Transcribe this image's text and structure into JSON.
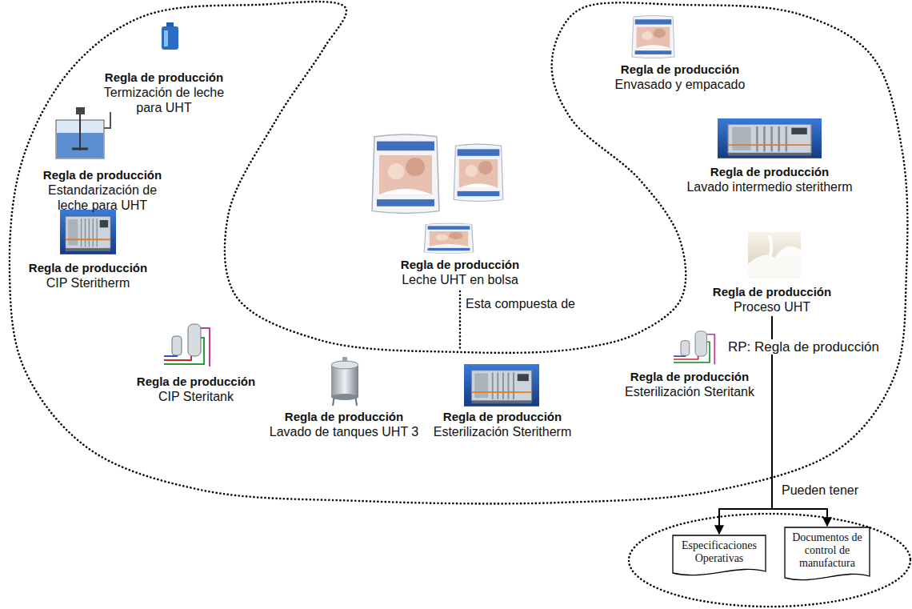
{
  "diagram": {
    "nodes": [
      {
        "text": [
          "Regla de producción",
          "Termización de leche para UHT"
        ]
      },
      {
        "text": [
          "Regla de producción",
          "Envasado y empacado"
        ]
      },
      {
        "text": [
          "Regla de producción",
          "Estandarización de leche para UHT"
        ]
      },
      {
        "text": [
          "Regla de producción",
          "Lavado intermedio steritherm"
        ]
      },
      {
        "text": [
          "Regla de producción",
          "Leche UHT en bolsa"
        ]
      },
      {
        "text": [
          "Regla de producción",
          "CIP Steritherm"
        ]
      },
      {
        "text": [
          "Regla de producción",
          "Proceso UHT"
        ]
      },
      {
        "text": [
          "Regla de producción",
          "CIP Steritank"
        ]
      },
      {
        "text": [
          "Regla de producción",
          "Esterilización Steritank"
        ]
      },
      {
        "text": [
          "Regla de producción",
          "Lavado de tanques UHT 3"
        ]
      },
      {
        "text": [
          "Regla de producción",
          "Esterilización Steritherm"
        ]
      },
      {
        "text": [
          "Especificaciones Operativas"
        ]
      },
      {
        "text": [
          "Documentos de control de manufactura"
        ]
      }
    ],
    "edges": [
      {
        "from": 6,
        "to": 11,
        "arrow": "to",
        "label": "Pueden tener"
      },
      {
        "from": 6,
        "to": 12,
        "arrow": "to"
      }
    ],
    "labels": [
      "Esta compuesta de",
      "RP: Regla de producción"
    ]
  }
}
